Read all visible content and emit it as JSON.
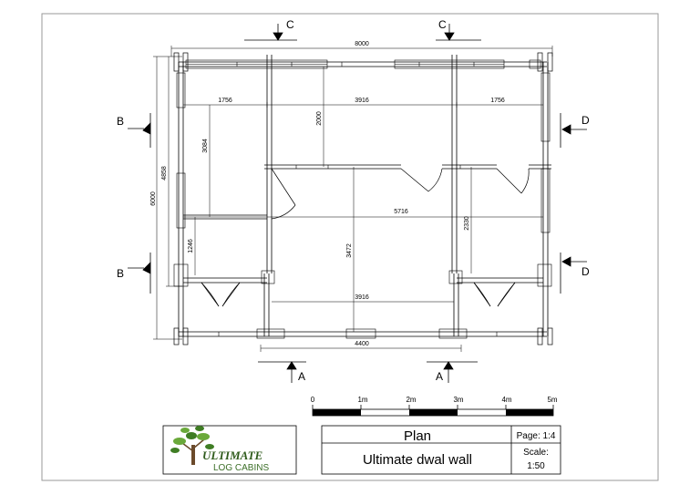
{
  "dimensions": {
    "overall_width": "8000",
    "overall_depth": "6000",
    "inner_depth": "4858",
    "left_room_width": "1756",
    "center_room_width": "3916",
    "right_room_width": "1756",
    "upper_room_depth": "2000",
    "left_upper_depth": "3084",
    "left_lower_depth": "1246",
    "corridor_width": "5716",
    "center_depth": "3472",
    "right_lower_depth": "2330",
    "porch_width": "3916",
    "front_width": "4400"
  },
  "section_labels": {
    "top_left": "C",
    "top_right": "C",
    "left_top": "B",
    "left_bottom": "B",
    "right_top": "D",
    "right_bottom": "D",
    "bottom_left": "A",
    "bottom_right": "A"
  },
  "scale_bar": {
    "ticks": [
      "0",
      "1m",
      "2m",
      "3m",
      "4m",
      "5m"
    ]
  },
  "title_block": {
    "title": "Plan",
    "subtitle": "Ultimate dwal wall",
    "page_label": "Page: 1:4",
    "scale_label": "Scale:",
    "scale_value": "1:50"
  },
  "logo": {
    "line1": "ULTIMATE",
    "line2": "LOG CABINS",
    "colors": {
      "leaf_green": "#6aa93a",
      "leaf_dark": "#3f7d24",
      "trunk": "#6b4a2b"
    }
  }
}
